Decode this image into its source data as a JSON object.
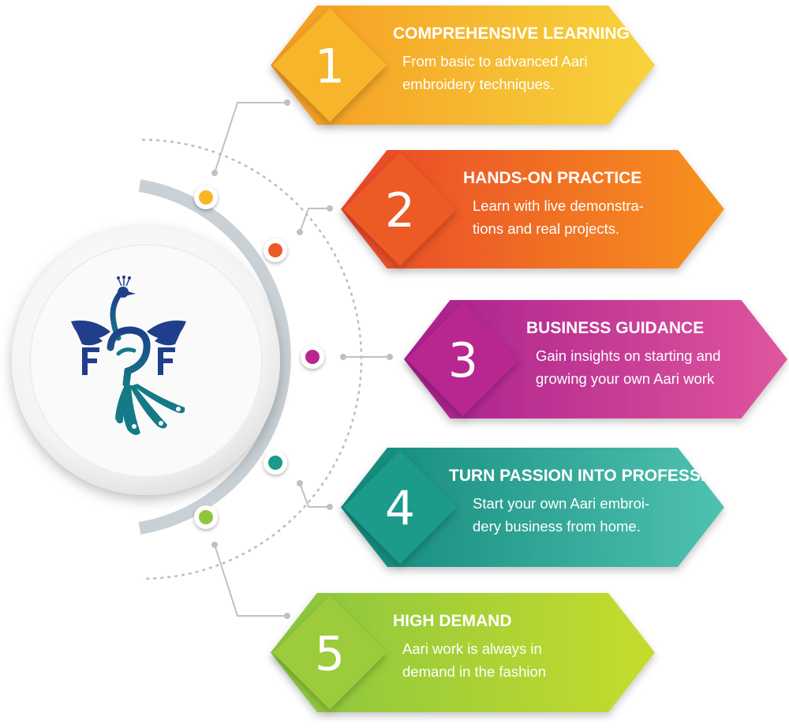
{
  "items": [
    {
      "number": "1",
      "title": "COMPREHENSIVE LEARNING",
      "line1": "From basic to advanced Aari",
      "line2": "embroidery techniques.",
      "color_start": "#f59a23",
      "color_end": "#f7d43c",
      "diamond": "#f6b52c"
    },
    {
      "number": "2",
      "title": "HANDS-ON PRACTICE",
      "line1": "Learn with live demonstra-",
      "line2": "tions and real projects.",
      "color_start": "#e8452a",
      "color_end": "#f7931e",
      "diamond": "#ec5a26"
    },
    {
      "number": "3",
      "title": "BUSINESS GUIDANCE",
      "line1": "Gain insights on starting and",
      "line2": "growing your own Aari work",
      "color_start": "#a71e8c",
      "color_end": "#e0569e",
      "diamond": "#b8268f"
    },
    {
      "number": "4",
      "title": "TURN PASSION INTO PROFESSION",
      "line1": "Start your own Aari embroi-",
      "line2": "dery business from home.",
      "color_start": "#11877a",
      "color_end": "#4fc2b0",
      "diamond": "#1a9a8a"
    },
    {
      "number": "5",
      "title": "HIGH DEMAND",
      "line1": "Aari work is always in",
      "line2": "demand in the fashion",
      "color_start": "#88c540",
      "color_end": "#c6dc2c",
      "diamond": "#9ccc3a"
    }
  ],
  "logo_icon": "peacock-logo-icon"
}
